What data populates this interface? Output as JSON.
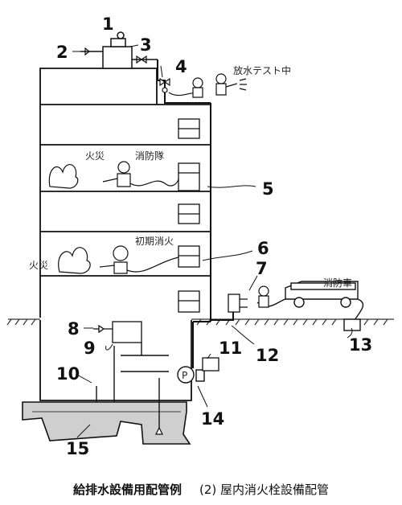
{
  "caption": {
    "main": "給排水設備用配管例",
    "sub": "(2) 屋内消火栓設備配管"
  },
  "labels": {
    "test": "放水テスト中",
    "fire1": "火災",
    "brigade": "消防隊",
    "initial": "初期消火",
    "fire2": "火災",
    "truck": "消防車"
  },
  "callouts": [
    "1",
    "2",
    "3",
    "4",
    "5",
    "6",
    "7",
    "8",
    "9",
    "10",
    "11",
    "12",
    "13",
    "14",
    "15"
  ],
  "colors": {
    "line": "#111111",
    "tank": "#cfcfcf",
    "ground": "#333333"
  }
}
